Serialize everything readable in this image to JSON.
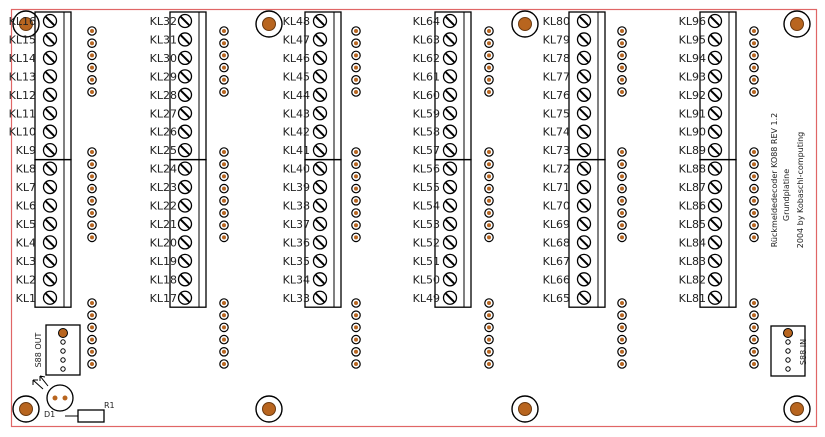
{
  "board": {
    "outline_color": "#e06666",
    "copper_color": "#b8651f",
    "ink_color": "#000000",
    "terminal_groups": [
      [
        "KL16",
        "KL15",
        "KL14",
        "KL13",
        "KL12",
        "KL11",
        "KL10",
        "KL9",
        "KL8",
        "KL7",
        "KL6",
        "KL5",
        "KL4",
        "KL3",
        "KL2",
        "KL1"
      ],
      [
        "KL32",
        "KL31",
        "KL30",
        "KL29",
        "KL28",
        "KL27",
        "KL26",
        "KL25",
        "KL24",
        "KL23",
        "KL22",
        "KL21",
        "KL20",
        "KL19",
        "KL18",
        "KL17"
      ],
      [
        "KL48",
        "KL47",
        "KL46",
        "KL45",
        "KL44",
        "KL43",
        "KL42",
        "KL41",
        "KL40",
        "KL39",
        "KL38",
        "KL37",
        "KL36",
        "KL35",
        "KL34",
        "KL33"
      ],
      [
        "KL64",
        "KL63",
        "KL62",
        "KL61",
        "KL60",
        "KL59",
        "KL58",
        "KL57",
        "KL56",
        "KL55",
        "KL54",
        "KL53",
        "KL52",
        "KL51",
        "KL50",
        "KL49"
      ],
      [
        "KL80",
        "KL79",
        "KL78",
        "KL77",
        "KL76",
        "KL75",
        "KL74",
        "KL73",
        "KL72",
        "KL71",
        "KL70",
        "KL69",
        "KL68",
        "KL67",
        "KL66",
        "KL65"
      ],
      [
        "KL96",
        "KL95",
        "KL94",
        "KL93",
        "KL92",
        "KL91",
        "KL90",
        "KL89",
        "KL88",
        "KL87",
        "KL86",
        "KL85",
        "KL84",
        "KL83",
        "KL82",
        "KL81"
      ]
    ],
    "connector_out_label": "S88 OUT",
    "connector_in_label": "S88 IN",
    "led_label": "D1",
    "resistor_label": "R1",
    "title_lines": [
      "Rückmeldedecoder KO88   REV 1.2",
      "Grundplatine",
      "2004 by Kobaschl-computing"
    ]
  }
}
